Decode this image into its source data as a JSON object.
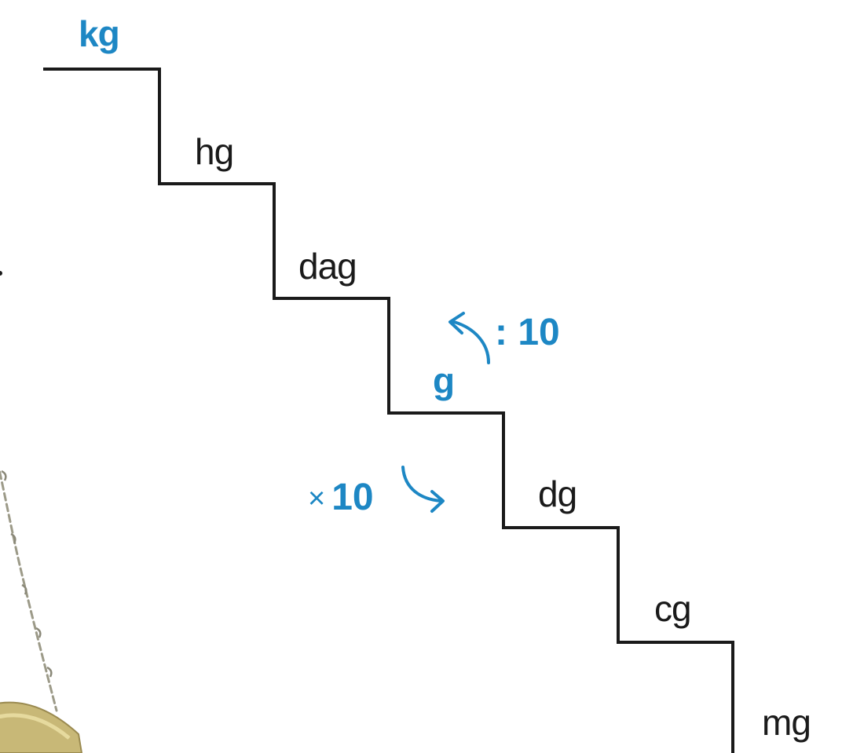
{
  "colors": {
    "accent": "#1d87c4",
    "stairs": "#1a1a1a",
    "text": "#1a1a1a",
    "scale_chain": "#9c9a88",
    "scale_pan": "#c8b877"
  },
  "units": [
    {
      "label": "kg",
      "highlight": true
    },
    {
      "label": "hg",
      "highlight": false
    },
    {
      "label": "dag",
      "highlight": false
    },
    {
      "label": "g",
      "highlight": true
    },
    {
      "label": "dg",
      "highlight": false
    },
    {
      "label": "cg",
      "highlight": false
    },
    {
      "label": "mg",
      "highlight": false
    }
  ],
  "operations": {
    "divide": {
      "symbol": ":",
      "factor": "10",
      "text": ": 10",
      "direction": "up"
    },
    "multiply": {
      "symbol": "×",
      "factor": "10",
      "text": "× 10",
      "direction": "down"
    }
  },
  "icons": {
    "divide_arrow": "curved-arrow-up-left-icon",
    "multiply_arrow": "curved-arrow-down-right-icon",
    "balance_scale": "balance-scale-icon"
  }
}
